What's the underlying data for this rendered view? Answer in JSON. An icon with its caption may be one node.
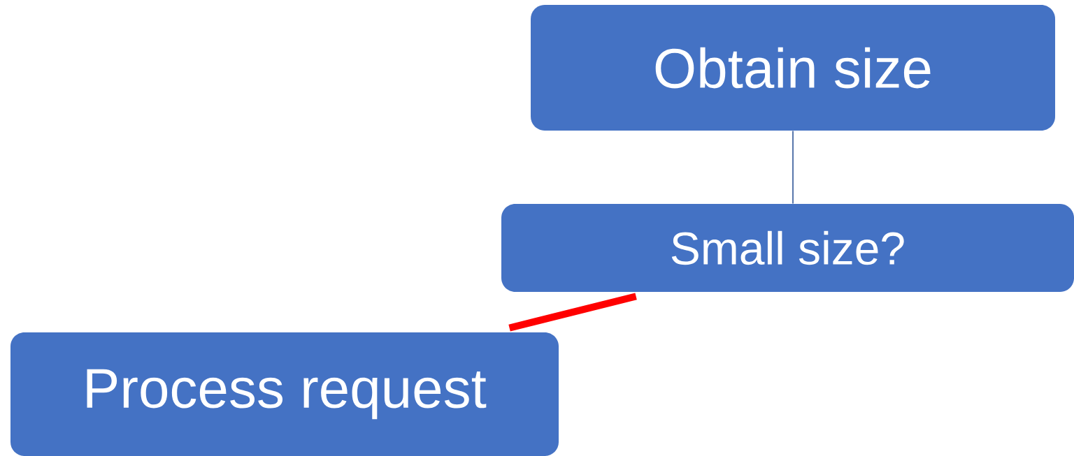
{
  "diagram": {
    "nodes": [
      {
        "text": [
          "Obtain size"
        ]
      },
      {
        "text": [
          "Small size?"
        ]
      },
      {
        "text": [
          "Process request"
        ]
      }
    ],
    "edges": [
      {
        "from": 0,
        "to": 1,
        "arrow": "none"
      },
      {
        "from": 1,
        "to": 2,
        "arrow": "none",
        "style": "thick",
        "color": "#ff0000"
      }
    ]
  }
}
